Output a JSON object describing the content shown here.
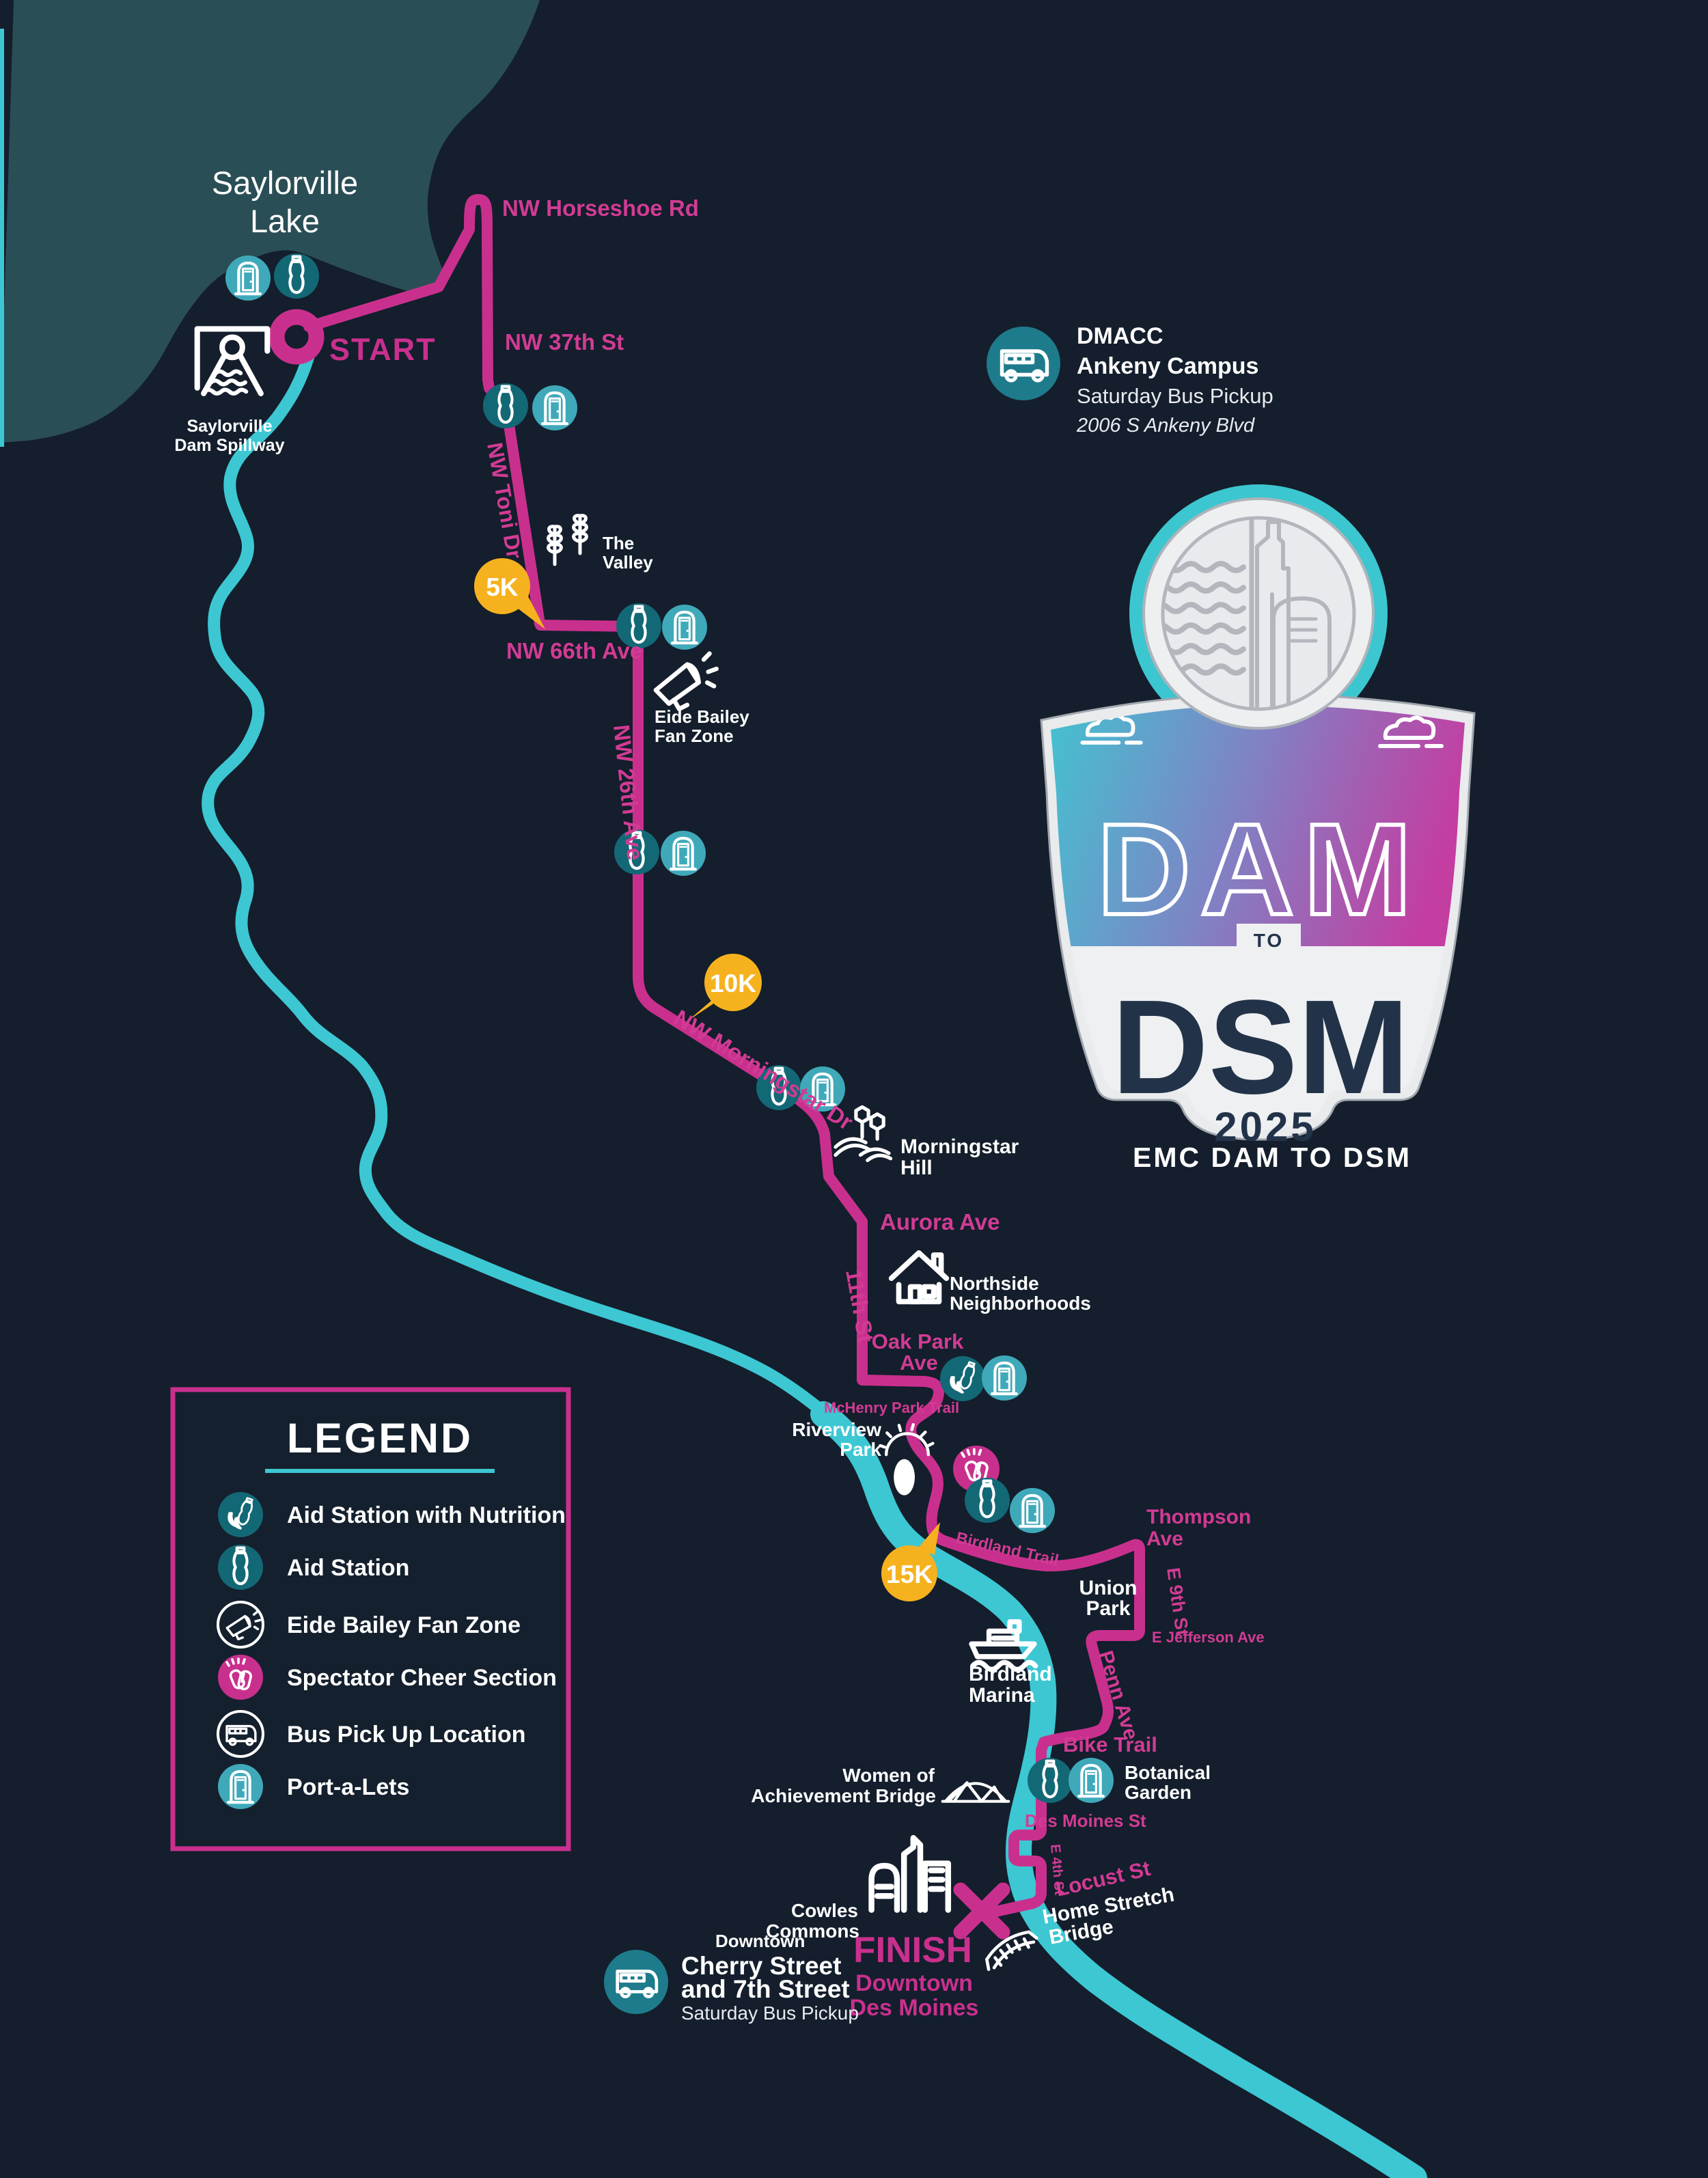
{
  "title": "EMC DAM TO DSM race course map",
  "logo": {
    "dam": "DAM",
    "to": "TO",
    "dsm": "DSM",
    "year": "2025",
    "caption": "EMC DAM TO DSM"
  },
  "lake": {
    "line1": "Saylorville",
    "line2": "Lake"
  },
  "start": {
    "label": "START",
    "poi_line1": "Saylorville",
    "poi_line2": "Dam Spillway"
  },
  "finish": {
    "label": "FINISH",
    "line1": "Downtown",
    "line2": "Des Moines"
  },
  "distance_markers": {
    "k5": "5K",
    "k10": "10K",
    "k15": "15K"
  },
  "streets": {
    "horseshoe": "NW Horseshoe Rd",
    "st37": "NW 37th St",
    "toni": "NW Toni Dr",
    "ave66": "NW 66th Ave",
    "ave26": "NW 26th Ave",
    "morningstar": "NW Morningstar Dr",
    "aurora": "Aurora Ave",
    "st11": "11th St",
    "oak1": "Oak Park",
    "oak2": "Ave",
    "mchenry": "McHenry Park Trail",
    "birdland": "Birdland Trail",
    "thompson1": "Thompson",
    "thompson2": "Ave",
    "e9": "E 9th St",
    "jefferson": "E Jefferson Ave",
    "penn": "Penn Ave",
    "bike": "Bike Trail",
    "desmoines": "Des Moines St",
    "e4": "E 4th St",
    "locust": "Locust St"
  },
  "pois": {
    "valley1": "The",
    "valley2": "Valley",
    "fanzone1": "Eide Bailey",
    "fanzone2": "Fan Zone",
    "mhill1": "Morningstar",
    "mhill2": "Hill",
    "northside1": "Northside",
    "northside2": "Neighborhoods",
    "riverview1": "Riverview",
    "riverview2": "Park",
    "union1": "Union",
    "union2": "Park",
    "marina1": "Birdland",
    "marina2": "Marina",
    "botanical1": "Botanical",
    "botanical2": "Garden",
    "woa1": "Women of",
    "woa2": "Achievement Bridge",
    "cowles1": "Cowles",
    "cowles2": "Commons",
    "homestretch1": "Home Stretch",
    "homestretch2": "Bridge"
  },
  "bus_stops": {
    "dmacc": {
      "l1": "DMACC",
      "l2": "Ankeny Campus",
      "l3": "Saturday Bus Pickup",
      "l4": "2006 S Ankeny Blvd"
    },
    "cherry": {
      "l1": "Downtown",
      "l2": "Cherry Street",
      "l3": "and 7th Street",
      "l4": "Saturday Bus Pickup"
    }
  },
  "legend": {
    "title": "LEGEND",
    "items": [
      {
        "label": "Aid Station with Nutrition",
        "type": "nutrition-icon"
      },
      {
        "label": "Aid Station",
        "type": "bottle-icon"
      },
      {
        "label": "Eide Bailey Fan Zone",
        "type": "megaphone-icon"
      },
      {
        "label": "Spectator Cheer Section",
        "type": "clap-icon"
      },
      {
        "label": "Bus Pick Up Location",
        "type": "bus-icon"
      },
      {
        "label": "Port-a-Lets",
        "type": "portalet-icon"
      }
    ]
  },
  "colors": {
    "background": "#141e2c",
    "lake": "#2a4e55",
    "river": "#3cc7d3",
    "route": "#c9308e",
    "street_text": "#d23b94",
    "marker_yellow": "#f6b21e",
    "aid_dark_teal": "#136876",
    "portalet_teal": "#3fa9ba",
    "bus_circle_teal": "#1e7b8b",
    "badge_navy": "#223349",
    "badge_gradient": [
      "#3fc6d1",
      "#7e84c5",
      "#c43da1"
    ]
  }
}
